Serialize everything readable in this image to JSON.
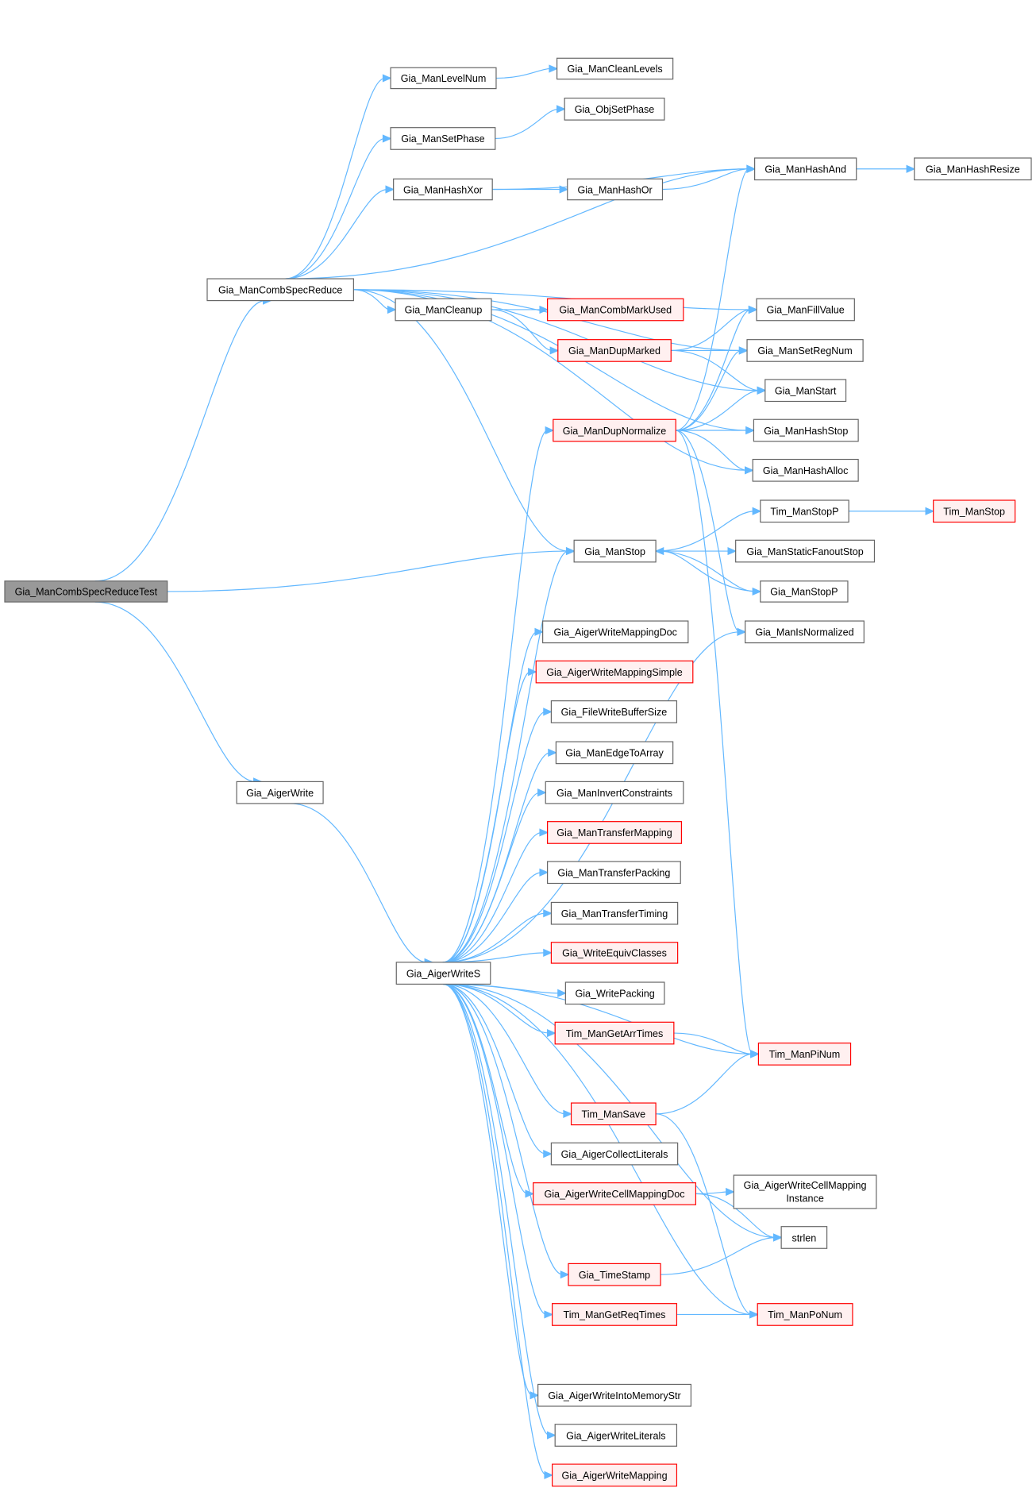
{
  "colors": {
    "edge": "#63b8ff",
    "border": "#666666",
    "red_border": "#ff0000",
    "red_fill": "#fff0f0",
    "root_fill": "#999999"
  },
  "nodes": {
    "test": {
      "label": "Gia_ManCombSpecReduceTest",
      "style": "root"
    },
    "csr": {
      "label": "Gia_ManCombSpecReduce",
      "style": "normal"
    },
    "levelnum": {
      "label": "Gia_ManLevelNum",
      "style": "normal"
    },
    "cleanlevels": {
      "label": "Gia_ManCleanLevels",
      "style": "normal"
    },
    "objsetphase": {
      "label": "Gia_ObjSetPhase",
      "style": "normal"
    },
    "setphase": {
      "label": "Gia_ManSetPhase",
      "style": "normal"
    },
    "hashxor": {
      "label": "Gia_ManHashXor",
      "style": "normal"
    },
    "hashor": {
      "label": "Gia_ManHashOr",
      "style": "normal"
    },
    "hashand": {
      "label": "Gia_ManHashAnd",
      "style": "normal"
    },
    "hashresize": {
      "label": "Gia_ManHashResize",
      "style": "normal"
    },
    "cleanup": {
      "label": "Gia_ManCleanup",
      "style": "normal"
    },
    "combmarkused": {
      "label": "Gia_ManCombMarkUsed",
      "style": "red"
    },
    "dupmarked": {
      "label": "Gia_ManDupMarked",
      "style": "red"
    },
    "fillvalue": {
      "label": "Gia_ManFillValue",
      "style": "normal"
    },
    "setregnum": {
      "label": "Gia_ManSetRegNum",
      "style": "normal"
    },
    "start": {
      "label": "Gia_ManStart",
      "style": "normal"
    },
    "dupnormalize": {
      "label": "Gia_ManDupNormalize",
      "style": "red"
    },
    "hashstop": {
      "label": "Gia_ManHashStop",
      "style": "normal"
    },
    "hashalloc": {
      "label": "Gia_ManHashAlloc",
      "style": "normal"
    },
    "timstopp": {
      "label": "Tim_ManStopP",
      "style": "normal"
    },
    "timstop": {
      "label": "Tim_ManStop",
      "style": "red"
    },
    "manstop": {
      "label": "Gia_ManStop",
      "style": "normal"
    },
    "staticfanoutstop": {
      "label": "Gia_ManStaticFanoutStop",
      "style": "normal"
    },
    "manstopp": {
      "label": "Gia_ManStopP",
      "style": "normal"
    },
    "isnormalized": {
      "label": "Gia_ManIsNormalized",
      "style": "normal"
    },
    "wmappingdoc": {
      "label": "Gia_AigerWriteMappingDoc",
      "style": "normal"
    },
    "wmappingsimple": {
      "label": "Gia_AigerWriteMappingSimple",
      "style": "red"
    },
    "filewritebuf": {
      "label": "Gia_FileWriteBufferSize",
      "style": "normal"
    },
    "edgetoarray": {
      "label": "Gia_ManEdgeToArray",
      "style": "normal"
    },
    "invertconstr": {
      "label": "Gia_ManInvertConstraints",
      "style": "normal"
    },
    "transfermapping": {
      "label": "Gia_ManTransferMapping",
      "style": "red"
    },
    "transferpacking": {
      "label": "Gia_ManTransferPacking",
      "style": "normal"
    },
    "transfertiming": {
      "label": "Gia_ManTransferTiming",
      "style": "normal"
    },
    "writeequiv": {
      "label": "Gia_WriteEquivClasses",
      "style": "red"
    },
    "writepacking": {
      "label": "Gia_WritePacking",
      "style": "normal"
    },
    "getarrtimes": {
      "label": "Tim_ManGetArrTimes",
      "style": "red"
    },
    "pinum": {
      "label": "Tim_ManPiNum",
      "style": "red"
    },
    "mansave": {
      "label": "Tim_ManSave",
      "style": "red"
    },
    "collectlits": {
      "label": "Gia_AigerCollectLiterals",
      "style": "normal"
    },
    "cellmappingdoc": {
      "label": "Gia_AigerWriteCellMappingDoc",
      "style": "red"
    },
    "cellmappinginst": {
      "label": "Gia_AigerWriteCellMapping",
      "label2": "Instance",
      "style": "normal"
    },
    "strlen": {
      "label": "strlen",
      "style": "normal"
    },
    "timestamp": {
      "label": "Gia_TimeStamp",
      "style": "red"
    },
    "getreqtimes": {
      "label": "Tim_ManGetReqTimes",
      "style": "red"
    },
    "ponum": {
      "label": "Tim_ManPoNum",
      "style": "red"
    },
    "intomemstr": {
      "label": "Gia_AigerWriteIntoMemoryStr",
      "style": "normal"
    },
    "writeliterals": {
      "label": "Gia_AigerWriteLiterals",
      "style": "normal"
    },
    "writemapping": {
      "label": "Gia_AigerWriteMapping",
      "style": "red"
    },
    "aigerwrite": {
      "label": "Gia_AigerWrite",
      "style": "normal"
    },
    "aigerwrites": {
      "label": "Gia_AigerWriteS",
      "style": "normal"
    }
  },
  "edges": [
    [
      "test",
      "csr"
    ],
    [
      "test",
      "manstop"
    ],
    [
      "test",
      "aigerwrite"
    ],
    [
      "csr",
      "levelnum"
    ],
    [
      "csr",
      "setphase"
    ],
    [
      "csr",
      "hashxor"
    ],
    [
      "csr",
      "hashand"
    ],
    [
      "csr",
      "fillvalue"
    ],
    [
      "csr",
      "setregnum"
    ],
    [
      "csr",
      "cleanup"
    ],
    [
      "csr",
      "start"
    ],
    [
      "csr",
      "hashstop"
    ],
    [
      "csr",
      "hashalloc"
    ],
    [
      "csr",
      "manstop"
    ],
    [
      "levelnum",
      "cleanlevels"
    ],
    [
      "setphase",
      "objsetphase"
    ],
    [
      "hashxor",
      "hashand"
    ],
    [
      "hashxor",
      "hashor"
    ],
    [
      "hashor",
      "hashand"
    ],
    [
      "hashand",
      "hashresize"
    ],
    [
      "cleanup",
      "combmarkused"
    ],
    [
      "cleanup",
      "dupmarked"
    ],
    [
      "dupmarked",
      "fillvalue"
    ],
    [
      "dupmarked",
      "setregnum"
    ],
    [
      "dupmarked",
      "start"
    ],
    [
      "dupnormalize",
      "hashand"
    ],
    [
      "dupnormalize",
      "fillvalue"
    ],
    [
      "dupnormalize",
      "setregnum"
    ],
    [
      "dupnormalize",
      "start"
    ],
    [
      "dupnormalize",
      "hashstop"
    ],
    [
      "dupnormalize",
      "hashalloc"
    ],
    [
      "dupnormalize",
      "isnormalized"
    ],
    [
      "dupnormalize",
      "pinum"
    ],
    [
      "manstop",
      "timstopp"
    ],
    [
      "manstop",
      "staticfanoutstop"
    ],
    [
      "manstop",
      "manstopp"
    ],
    [
      "manstopp",
      "manstop"
    ],
    [
      "timstopp",
      "timstop"
    ],
    [
      "aigerwrite",
      "aigerwrites"
    ],
    [
      "aigerwrites",
      "dupnormalize"
    ],
    [
      "aigerwrites",
      "manstop"
    ],
    [
      "aigerwrites",
      "isnormalized"
    ],
    [
      "aigerwrites",
      "wmappingdoc"
    ],
    [
      "aigerwrites",
      "wmappingsimple"
    ],
    [
      "aigerwrites",
      "filewritebuf"
    ],
    [
      "aigerwrites",
      "edgetoarray"
    ],
    [
      "aigerwrites",
      "invertconstr"
    ],
    [
      "aigerwrites",
      "transfermapping"
    ],
    [
      "aigerwrites",
      "transferpacking"
    ],
    [
      "aigerwrites",
      "transfertiming"
    ],
    [
      "aigerwrites",
      "writeequiv"
    ],
    [
      "aigerwrites",
      "writepacking"
    ],
    [
      "aigerwrites",
      "getarrtimes"
    ],
    [
      "aigerwrites",
      "pinum"
    ],
    [
      "aigerwrites",
      "mansave"
    ],
    [
      "aigerwrites",
      "collectlits"
    ],
    [
      "aigerwrites",
      "cellmappingdoc"
    ],
    [
      "aigerwrites",
      "strlen"
    ],
    [
      "aigerwrites",
      "timestamp"
    ],
    [
      "aigerwrites",
      "getreqtimes"
    ],
    [
      "aigerwrites",
      "ponum"
    ],
    [
      "aigerwrites",
      "intomemstr"
    ],
    [
      "aigerwrites",
      "writeliterals"
    ],
    [
      "aigerwrites",
      "writemapping"
    ],
    [
      "getarrtimes",
      "pinum"
    ],
    [
      "mansave",
      "pinum"
    ],
    [
      "mansave",
      "ponum"
    ],
    [
      "cellmappingdoc",
      "cellmappinginst"
    ],
    [
      "cellmappingdoc",
      "strlen"
    ],
    [
      "timestamp",
      "strlen"
    ],
    [
      "getreqtimes",
      "ponum"
    ]
  ]
}
